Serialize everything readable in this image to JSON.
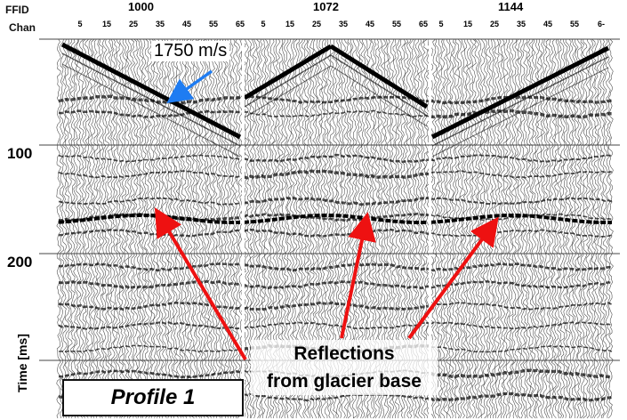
{
  "header": {
    "ffid_label": "FFID",
    "chan_label": "Chan",
    "ffid_values": [
      "1000",
      "1072",
      "1144"
    ],
    "chan_ticks": [
      [
        "5",
        "15",
        "25",
        "35",
        "45",
        "55",
        "65"
      ],
      [
        "5",
        "15",
        "25",
        "35",
        "45",
        "55",
        "65"
      ],
      [
        "5",
        "15",
        "25",
        "35",
        "45",
        "55",
        "6-"
      ]
    ]
  },
  "y_axis": {
    "label": "Time [ms]",
    "ticks": [
      "100",
      "200"
    ]
  },
  "annotations": {
    "velocity": "1750 m/s",
    "reflections_line1": "Reflections",
    "reflections_line2": "from glacier base",
    "profile": "Profile 1"
  },
  "colors": {
    "blue_arrow": "#1e7cf2",
    "red_arrow": "#ee1111",
    "wiggle": "#000000",
    "gridline": "#444444"
  }
}
